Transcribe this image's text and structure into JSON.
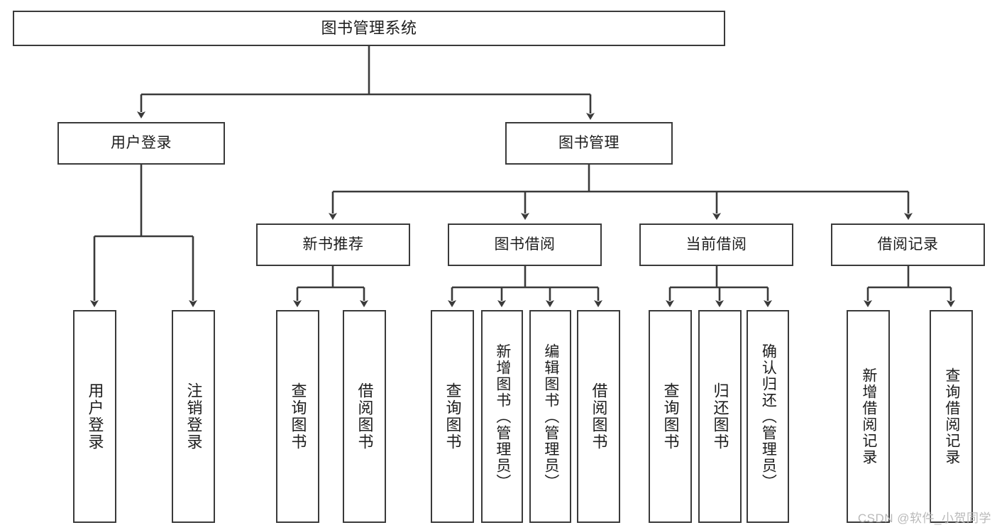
{
  "diagram": {
    "title": "图书管理系统",
    "type": "tree-hierarchy",
    "colors": {
      "stroke": "#3a3a3a",
      "fill": "#ffffff",
      "text": "#1d1d1d",
      "watermark": "#b9b9b9"
    },
    "levels": {
      "root": {
        "label": "图书管理系统"
      },
      "level2": [
        {
          "label": "用户登录"
        },
        {
          "label": "图书管理"
        }
      ],
      "level3": [
        {
          "label": "新书推荐"
        },
        {
          "label": "图书借阅"
        },
        {
          "label": "当前借阅"
        },
        {
          "label": "借阅记录"
        }
      ],
      "leaves": {
        "user_login": [
          {
            "label": "用户登录"
          },
          {
            "label": "注销登录"
          }
        ],
        "new_book_recommend": [
          {
            "label": "查询图书"
          },
          {
            "label": "借阅图书"
          }
        ],
        "book_borrow": [
          {
            "label": "查询图书"
          },
          {
            "label": "新增图书（管理员）"
          },
          {
            "label": "编辑图书（管理员）"
          },
          {
            "label": "借阅图书"
          }
        ],
        "current_borrow": [
          {
            "label": "查询图书"
          },
          {
            "label": "归还图书"
          },
          {
            "label": "确认归还（管理员）"
          }
        ],
        "borrow_record": [
          {
            "label": "新增借阅记录"
          },
          {
            "label": "查询借阅记录"
          }
        ]
      }
    },
    "watermark": "CSDN @软件_小贺同学"
  }
}
